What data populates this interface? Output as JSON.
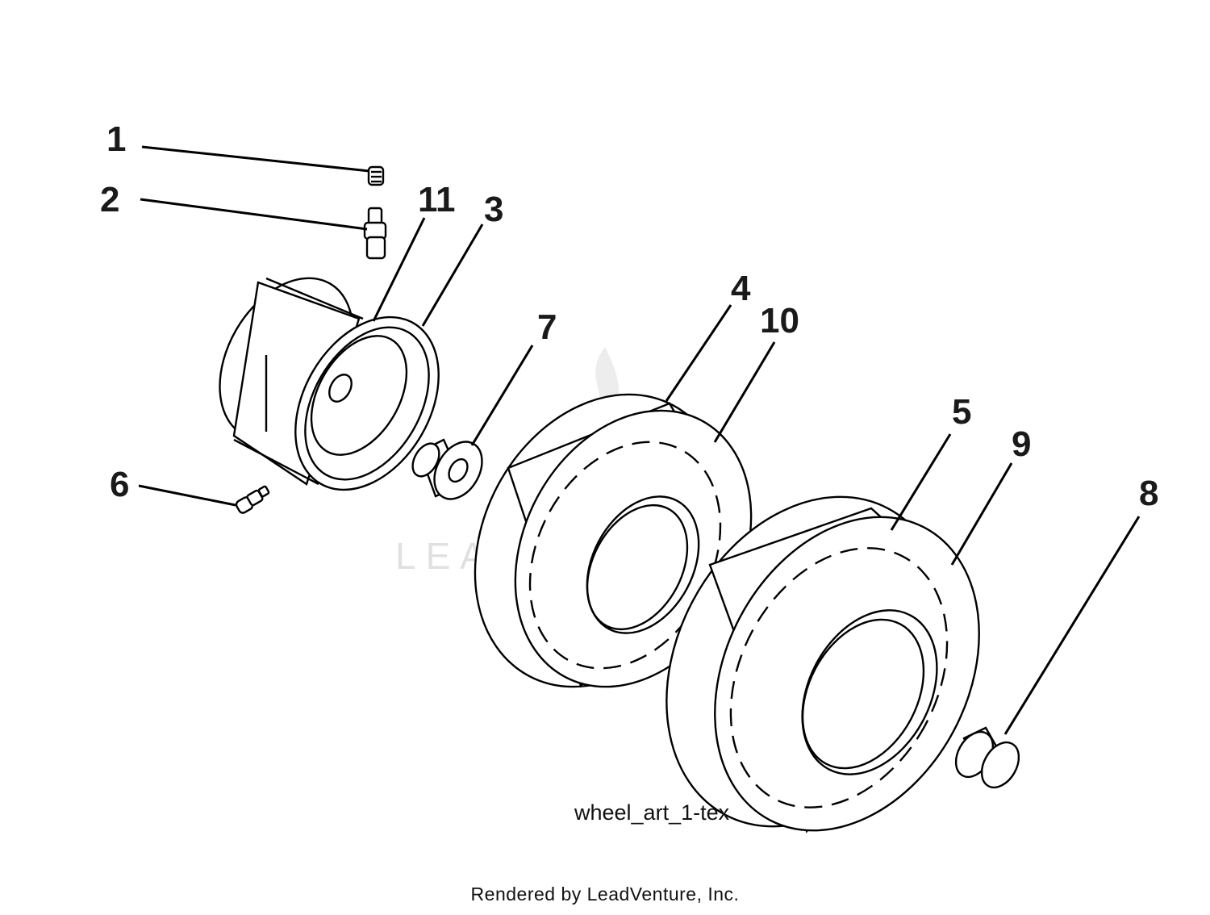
{
  "diagram": {
    "caption": "wheel_art_1-tex",
    "credit": "Rendered by LeadVenture, Inc.",
    "watermark": "LEADVENTURE",
    "callouts": [
      {
        "id": "1",
        "label": "1",
        "part": "valve-cap"
      },
      {
        "id": "2",
        "label": "2",
        "part": "valve-stem"
      },
      {
        "id": "3",
        "label": "3",
        "part": "rim-outer"
      },
      {
        "id": "4",
        "label": "4",
        "part": "tire-front"
      },
      {
        "id": "5",
        "label": "5",
        "part": "tire-rear"
      },
      {
        "id": "6",
        "label": "6",
        "part": "grease-fitting"
      },
      {
        "id": "7",
        "label": "7",
        "part": "bushing"
      },
      {
        "id": "8",
        "label": "8",
        "part": "hub-cap"
      },
      {
        "id": "9",
        "label": "9",
        "part": "tire-rear-tube"
      },
      {
        "id": "10",
        "label": "10",
        "part": "tire-front-tube"
      },
      {
        "id": "11",
        "label": "11",
        "part": "rim-inner"
      }
    ]
  }
}
